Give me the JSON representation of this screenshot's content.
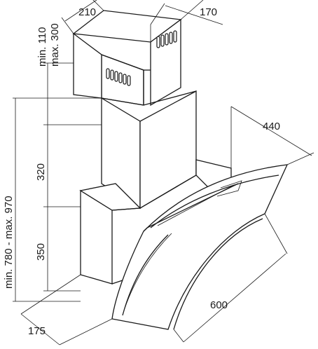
{
  "dimensions": {
    "top_width": "210",
    "top_depth": "170",
    "chimney_range": "min. 110\nmax. 300",
    "chimney_min": "min. 110",
    "chimney_max": "max. 300",
    "total_height": "min. 780 - max. 970",
    "upper_chimney": "320",
    "lower_body": "350",
    "depth_top": "440",
    "width_bottom": "600",
    "depth_bottom": "175"
  },
  "colors": {
    "line": "#1a1a1a",
    "background": "#ffffff"
  }
}
